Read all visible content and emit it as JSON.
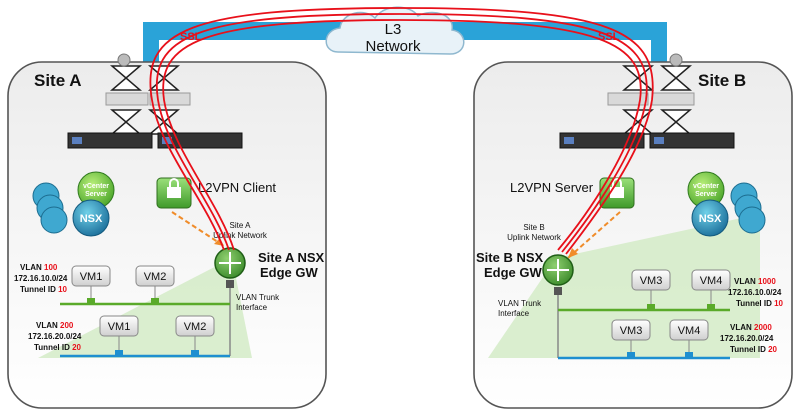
{
  "cloud": {
    "line1": "L3",
    "line2": "Network"
  },
  "ssl_left": "SSL",
  "ssl_right": "SSL",
  "site_a": {
    "title": "Site A",
    "vcenter": {
      "line1": "vCenter",
      "line2": "Server"
    },
    "nsx": "NSX",
    "l2vpn": "L2VPN Client",
    "uplink": {
      "line1": "Site A",
      "line2": "Uplink Network"
    },
    "edge": {
      "line1": "Site A NSX",
      "line2": "Edge GW"
    },
    "trunk": {
      "line1": "VLAN Trunk",
      "line2": "Interface"
    },
    "vlan1": {
      "prefix": "VLAN ",
      "num": "100",
      "subnet": "172.16.10.0/24",
      "tprefix": "Tunnel ID ",
      "tid": "10"
    },
    "vlan2": {
      "prefix": "VLAN ",
      "num": "200",
      "subnet": "172.16.20.0/24",
      "tprefix": "Tunnel ID ",
      "tid": "20"
    },
    "vms": [
      "VM1",
      "VM2",
      "VM1",
      "VM2"
    ]
  },
  "site_b": {
    "title": "Site B",
    "vcenter": {
      "line1": "vCenter",
      "line2": "Server"
    },
    "nsx": "NSX",
    "l2vpn": "L2VPN Server",
    "uplink": {
      "line1": "Site B",
      "line2": "Uplink Network"
    },
    "edge": {
      "line1": "Site B NSX",
      "line2": "Edge GW"
    },
    "trunk": {
      "line1": "VLAN Trunk",
      "line2": "Interface"
    },
    "vlan1": {
      "prefix": "VLAN ",
      "num": "1000",
      "subnet": "172.16.10.0/24",
      "tprefix": "Tunnel ID ",
      "tid": "10"
    },
    "vlan2": {
      "prefix": "VLAN ",
      "num": "2000",
      "subnet": "172.16.20.0/24",
      "tprefix": "Tunnel ID ",
      "tid": "20"
    },
    "vms": [
      "VM3",
      "VM4",
      "VM3",
      "VM4"
    ]
  },
  "colors": {
    "accent_red": "#e8101a",
    "wan_blue": "#2aa3d8",
    "green_line": "#5aaa2a",
    "blue_line": "#1e8fd0"
  }
}
